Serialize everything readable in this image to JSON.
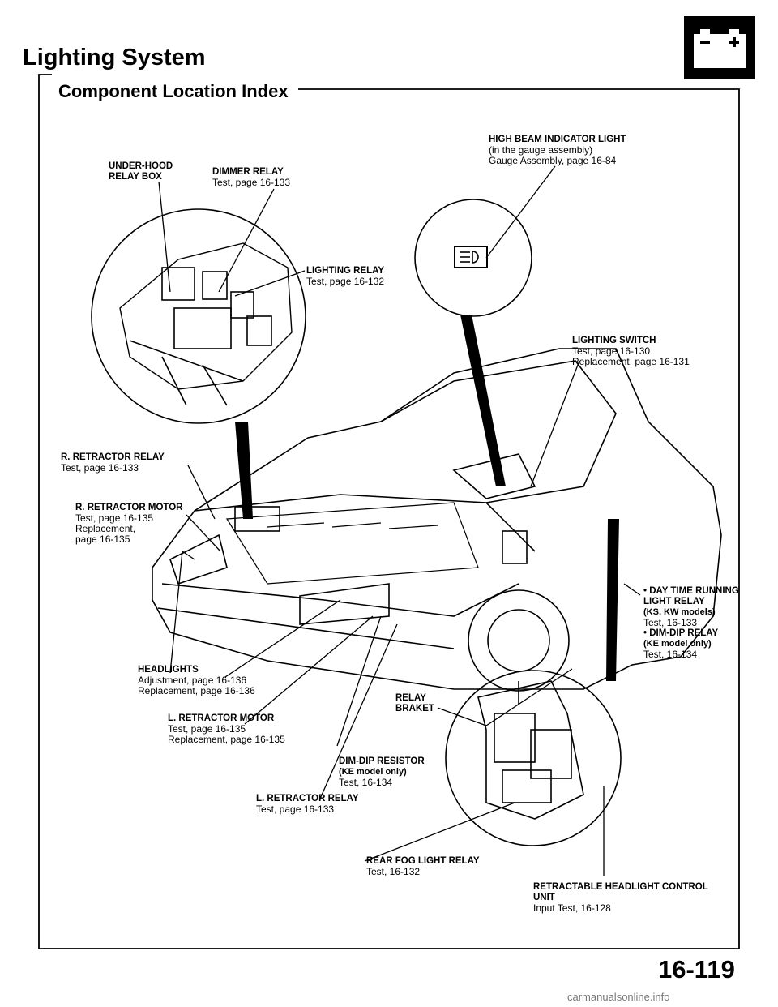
{
  "header": {
    "title": "Lighting System",
    "subtitle": "Component Location Index",
    "battery_icon": "battery-icon",
    "battery_signs": "- +"
  },
  "labels": {
    "high_beam": {
      "heading": "HIGH BEAM INDICATOR LIGHT",
      "lines": [
        "(in the gauge assembly)",
        "Gauge Assembly, page 16-84"
      ]
    },
    "under_hood": {
      "heading1": "UNDER-HOOD",
      "heading2": "RELAY BOX"
    },
    "dimmer_relay": {
      "heading": "DIMMER RELAY",
      "lines": [
        "Test, page 16-133"
      ]
    },
    "lighting_relay": {
      "heading": "LIGHTING RELAY",
      "lines": [
        "Test, page 16-132"
      ]
    },
    "lighting_switch": {
      "heading": "LIGHTING SWITCH",
      "lines": [
        "Test, page 16-130",
        "Replacement, page 16-131"
      ]
    },
    "r_retractor_relay": {
      "heading": "R. RETRACTOR RELAY",
      "lines": [
        "Test, page 16-133"
      ]
    },
    "r_retractor_motor": {
      "heading": "R. RETRACTOR MOTOR",
      "lines": [
        "Test, page 16-135",
        "Replacement,",
        "page 16-135"
      ]
    },
    "dtrl_relay": {
      "heading": "• DAY TIME RUNNING",
      "heading2": "LIGHT RELAY",
      "italic": "(KS, KW models)",
      "line1": "Test, 16-133",
      "heading3": "• DIM-DIP RELAY",
      "italic2": "(KE model only)",
      "line2": "Test, 16-134"
    },
    "headlights": {
      "heading": "HEADLIGHTS",
      "lines": [
        "Adjustment, page 16-136",
        "Replacement, page 16-136"
      ]
    },
    "relay_braket": {
      "heading1": "RELAY",
      "heading2": "BRAKET"
    },
    "l_retractor_motor": {
      "heading": "L. RETRACTOR MOTOR",
      "lines": [
        "Test, page 16-135",
        "Replacement, page 16-135"
      ]
    },
    "dim_dip_resistor": {
      "heading": "DIM-DIP RESISTOR",
      "italic": "(KE model only)",
      "lines": [
        "Test, 16-134"
      ]
    },
    "l_retractor_relay": {
      "heading": "L. RETRACTOR RELAY",
      "lines": [
        "Test, page 16-133"
      ]
    },
    "rear_fog": {
      "heading": "REAR FOG LIGHT RELAY",
      "lines": [
        "Test, 16-132"
      ]
    },
    "retractable_unit": {
      "heading": "RETRACTABLE HEADLIGHT CONTROL",
      "heading2": "UNIT",
      "lines": [
        "Input Test, 16-128"
      ]
    }
  },
  "footer": {
    "page_number": "16-119",
    "watermark": "carmanualsonline.info"
  }
}
